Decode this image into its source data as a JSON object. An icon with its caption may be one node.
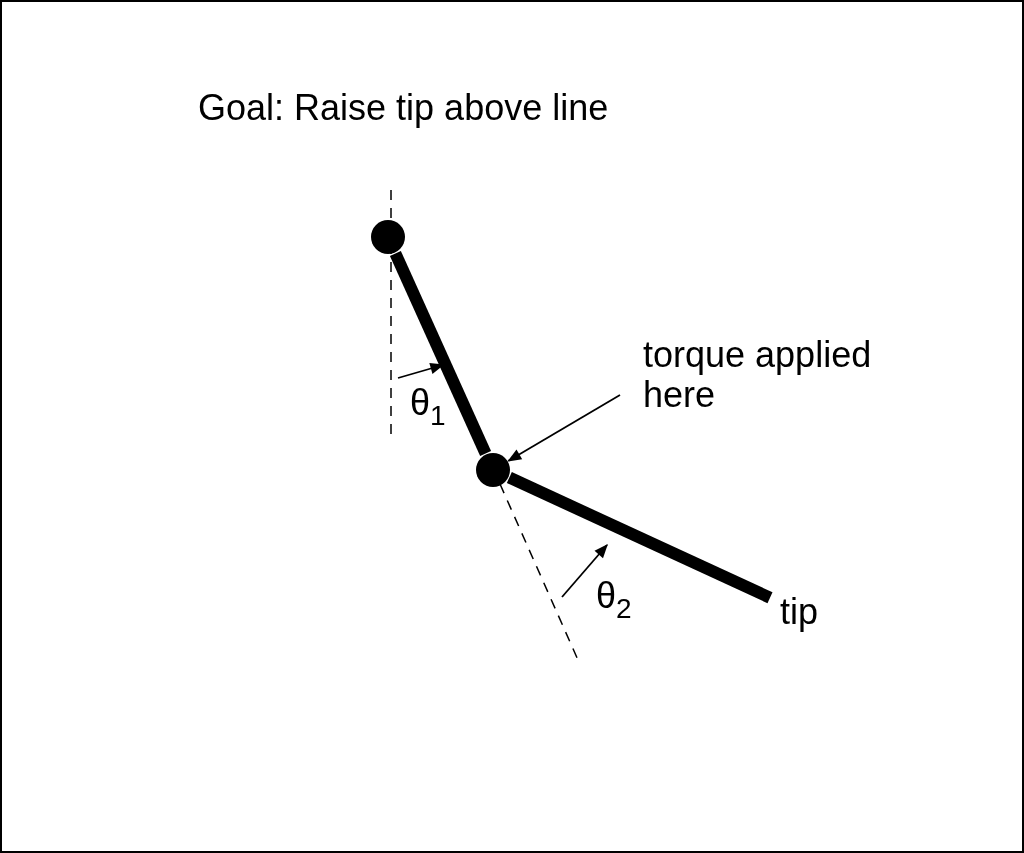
{
  "diagram": {
    "title": "Goal: Raise tip above line",
    "nodes": [
      {
        "text": [],
        "shape": "circle"
      },
      {
        "text": [],
        "shape": "circle"
      },
      {
        "text": [
          "torque applied here"
        ]
      },
      {
        "text": [
          "tip"
        ]
      }
    ],
    "edges": [
      {
        "from": 0,
        "to": 1,
        "arrow": "none"
      },
      {
        "from": 1,
        "to": 3,
        "arrow": "none"
      },
      {
        "from": 2,
        "to": 1,
        "arrow": "to"
      }
    ],
    "labels": [
      "θ$_{1}$",
      "θ$_{2}$"
    ]
  }
}
